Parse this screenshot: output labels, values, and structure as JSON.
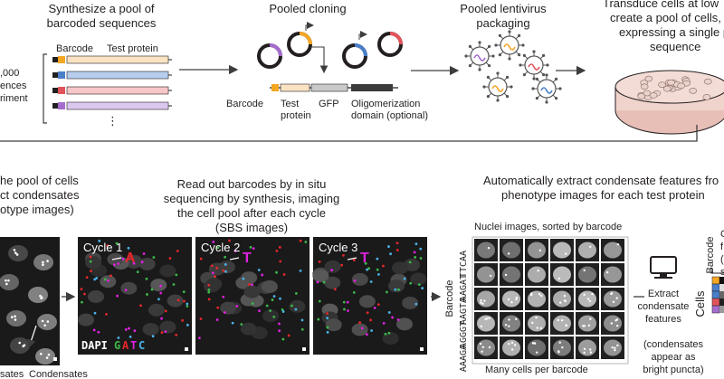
{
  "top": {
    "step1": {
      "line1": "Synthesize a pool of",
      "line2": "barcoded sequences"
    },
    "left_partial": {
      "line1": ",000",
      "line2": "ences",
      "line3": "riment"
    },
    "barcode_label": "Barcode",
    "test_protein_label": "Test protein",
    "ellipsis": "⋮",
    "step2": {
      "title": "Pooled cloning"
    },
    "construct": {
      "barcode": "Barcode",
      "test_protein_1": "Test",
      "test_protein_2": "protein",
      "gfp": "GFP",
      "olig_1": "Oligomerization",
      "olig_2": "domain (optional)"
    },
    "step3": {
      "line1": "Pooled lentivirus",
      "line2": "packaging"
    },
    "step4": {
      "line1": "Transduce cells at low",
      "line2": "create a pool of cells,",
      "line3": "expressing a single pr",
      "line4": "sequence"
    }
  },
  "bottom": {
    "left": {
      "line1": "he pool of cells",
      "line2": "ct condensates",
      "line3": "otype images)",
      "label_a": "sates",
      "label_b": "Condensates"
    },
    "middle": {
      "line1": "Read out barcodes by in situ",
      "line2": "sequencing by synthesis, imaging",
      "line3": "the cell pool after each cycle",
      "line4": "(SBS images)",
      "cycles": [
        {
          "label": "Cycle 1",
          "base": "A",
          "color": "#e8262a"
        },
        {
          "label": "Cycle 2",
          "base": "T",
          "color": "#e021e0"
        },
        {
          "label": "Cycle 3",
          "base": "T",
          "color": "#e021e0"
        }
      ],
      "legend": {
        "dapi": "DAPI",
        "g": "G",
        "a": "A",
        "t": "T",
        "c": "C",
        "g_color": "#3cb84a",
        "a_color": "#e8262a",
        "t_color": "#e021e0",
        "c_color": "#4ab3e8"
      }
    },
    "right": {
      "line1": "Automatically extract condensate features fro",
      "line2": "phenotype images for each test protein",
      "nuclei_title": "Nuclei images, sorted by barcode",
      "barcode_axis": "Barcode",
      "barcodes": [
        "TTCAA",
        "AAGAT",
        "AAGTA",
        "AGGGT",
        "AAAGA"
      ],
      "many_cells": "Many cells per barcode",
      "extract_1": "Extract",
      "extract_2": "condensate",
      "extract_3": "features",
      "cond_1": "(condensates",
      "cond_2": "appear as",
      "cond_3": "bright puncta)",
      "cells_label": "Cells",
      "barcode_label_small": "Barcode",
      "partial_1": "C",
      "partial_2": "f",
      "partial_3": "(",
      "partial_4": "s"
    },
    "colors": {
      "orange": "#f5a623",
      "blue": "#4a7ec9",
      "red": "#e2545a",
      "purple": "#a46ccc",
      "test_protein": "#f9e3c2",
      "gfp": "#c9c9c9",
      "olig": "#3b3b3b"
    }
  }
}
